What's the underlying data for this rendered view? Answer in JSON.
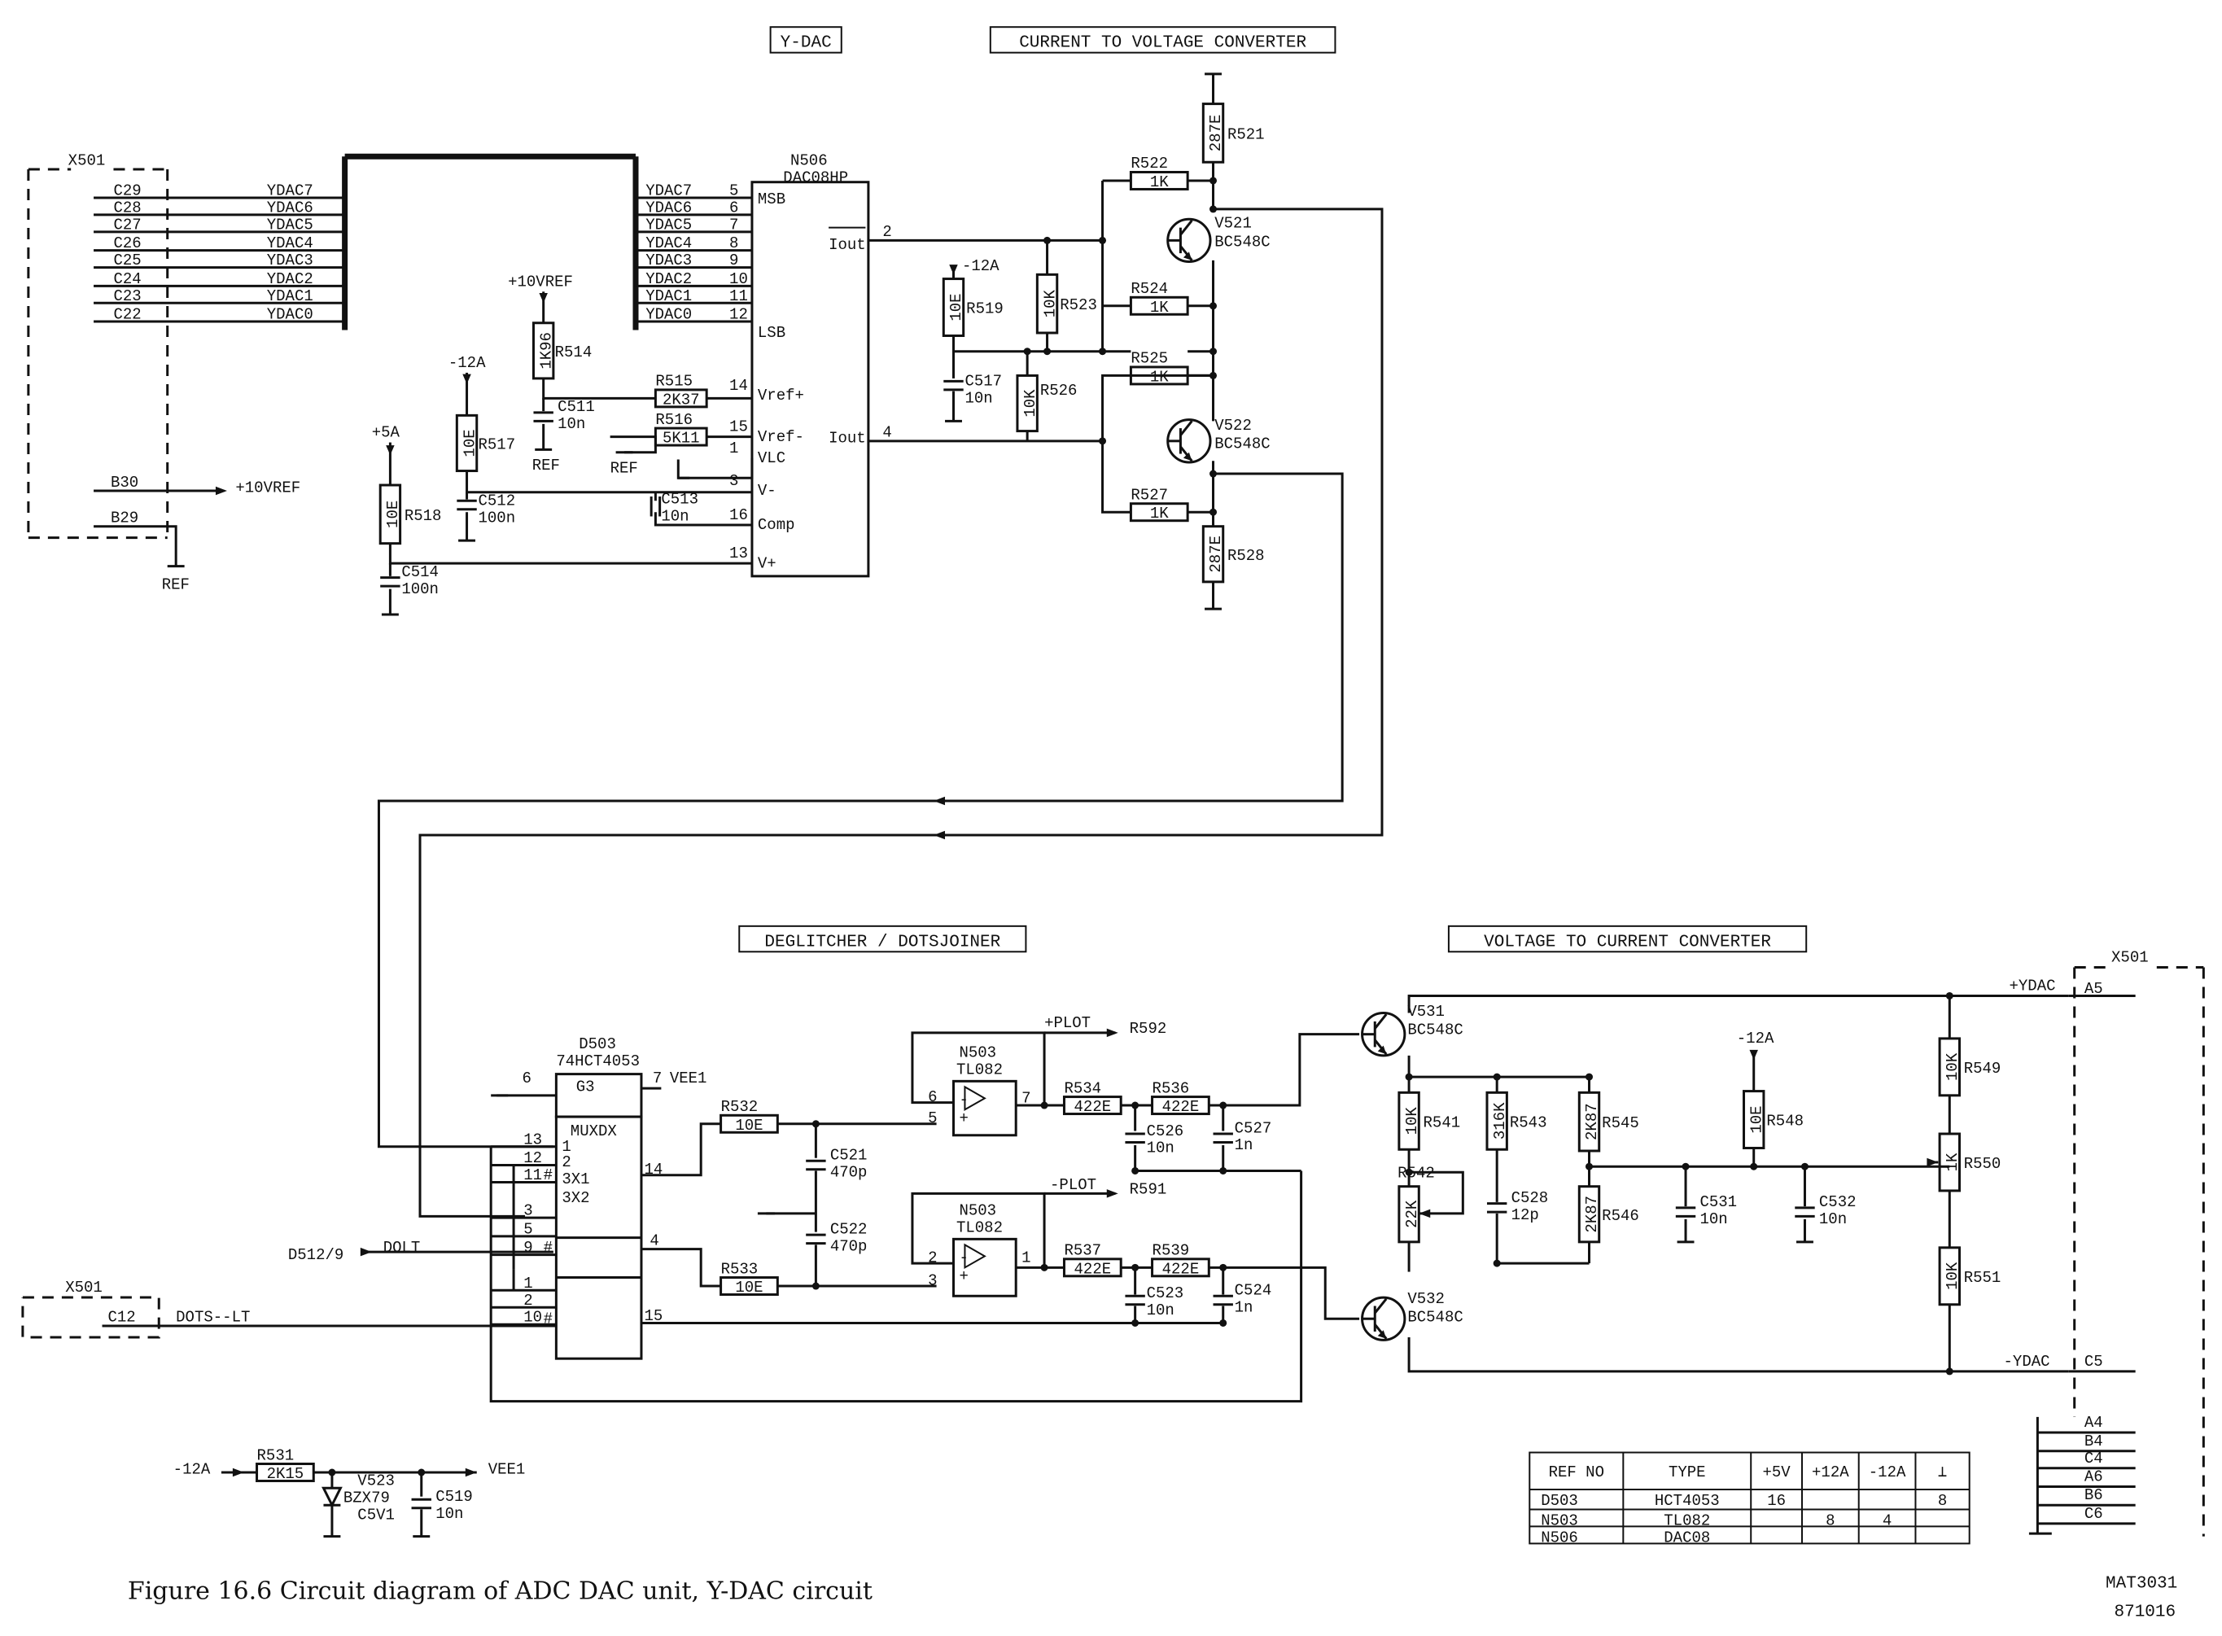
{
  "sections": {
    "ydac": "Y-DAC",
    "iv": "CURRENT TO VOLTAGE CONVERTER",
    "deglitch": "DEGLITCHER / DOTSJOINER",
    "vi": "VOLTAGE TO CURRENT CONVERTER"
  },
  "connectors": {
    "x501_top": {
      "name": "X501",
      "pins": [
        "C29",
        "C28",
        "C27",
        "C26",
        "C25",
        "C24",
        "C23",
        "C22"
      ],
      "pin_b30": "B30",
      "pin_b29": "B29"
    },
    "x501_mid": {
      "name": "X501",
      "pin": "C12"
    },
    "x501_right": {
      "name": "X501",
      "pin_a5": "A5",
      "pin_c5": "C5",
      "bottom_pins": [
        "A4",
        "B4",
        "C4",
        "A6",
        "B6",
        "C6"
      ]
    }
  },
  "signals": {
    "ydac_lines": [
      "YDAC7",
      "YDAC6",
      "YDAC5",
      "YDAC4",
      "YDAC3",
      "YDAC2",
      "YDAC1",
      "YDAC0"
    ],
    "vref_out": "+10VREF",
    "ref": "REF",
    "dolt_src": "D512/9",
    "dolt": "DOLT",
    "dots_lt": "DOTS--LT",
    "plus_ydac": "+YDAC",
    "minus_ydac": "-YDAC",
    "vee1": "VEE1",
    "plus_plot": "+PLOT",
    "minus_plot": "-PLOT",
    "r592": "R592",
    "r591": "R591"
  },
  "rails": {
    "plus10vref": "+10VREF",
    "minus12a": "-12A",
    "plus5a": "+5A"
  },
  "ic_dac": {
    "ref": "N506",
    "type": "DAC08HP",
    "msb": "MSB",
    "lsb": "LSB",
    "data_pins": [
      "5",
      "6",
      "7",
      "8",
      "9",
      "10",
      "11",
      "12"
    ],
    "iout_bar": "Iout",
    "iout": "Iout",
    "pin_iout_bar": "2",
    "pin_iout": "4",
    "left_pins": [
      {
        "num": "14",
        "name": "Vref+"
      },
      {
        "num": "15",
        "name": "Vref-"
      },
      {
        "num": "1",
        "name": "VLC"
      },
      {
        "num": "3",
        "name": "V-"
      },
      {
        "num": "16",
        "name": "Comp"
      },
      {
        "num": "13",
        "name": "V+"
      }
    ]
  },
  "ic_mux": {
    "ref": "D503",
    "type": "74HCT4053",
    "gate": "G3",
    "body": "MUXDX",
    "pin6": "6",
    "pin7": "7",
    "pin7_label": "VEE1",
    "pins_left": [
      "13",
      "12",
      "11",
      "3",
      "5",
      "9",
      "1",
      "2",
      "10"
    ],
    "labels_left": [
      "1",
      "2",
      "3X1",
      "3X2"
    ],
    "pins_right": [
      "14",
      "4",
      "15"
    ],
    "hash": "#"
  },
  "opamps": [
    {
      "ref": "N503",
      "type": "TL082",
      "pin_minus": "6",
      "pin_plus": "5",
      "pin_out": "7"
    },
    {
      "ref": "N503",
      "type": "TL082",
      "pin_minus": "2",
      "pin_plus": "3",
      "pin_out": "1"
    }
  ],
  "transistors": [
    {
      "ref": "V521",
      "type": "BC548C"
    },
    {
      "ref": "V522",
      "type": "BC548C"
    },
    {
      "ref": "V531",
      "type": "BC548C"
    },
    {
      "ref": "V532",
      "type": "BC548C"
    }
  ],
  "resistors": [
    {
      "ref": "R514",
      "value": "1K96"
    },
    {
      "ref": "R515",
      "value": "2K37"
    },
    {
      "ref": "R516",
      "value": "5K11"
    },
    {
      "ref": "R517",
      "value": "10E"
    },
    {
      "ref": "R518",
      "value": "10E"
    },
    {
      "ref": "R519",
      "value": "10E"
    },
    {
      "ref": "R521",
      "value": "287E"
    },
    {
      "ref": "R522",
      "value": "1K"
    },
    {
      "ref": "R523",
      "value": "10K"
    },
    {
      "ref": "R524",
      "value": "1K"
    },
    {
      "ref": "R525",
      "value": "1K"
    },
    {
      "ref": "R526",
      "value": "10K"
    },
    {
      "ref": "R527",
      "value": "1K"
    },
    {
      "ref": "R528",
      "value": "287E"
    },
    {
      "ref": "R531",
      "value": "2K15"
    },
    {
      "ref": "R532",
      "value": "10E"
    },
    {
      "ref": "R533",
      "value": "10E"
    },
    {
      "ref": "R534",
      "value": "422E"
    },
    {
      "ref": "R536",
      "value": "422E"
    },
    {
      "ref": "R537",
      "value": "422E"
    },
    {
      "ref": "R539",
      "value": "422E"
    },
    {
      "ref": "R541",
      "value": "10K"
    },
    {
      "ref": "R542",
      "value": "22K"
    },
    {
      "ref": "R543",
      "value": "316K"
    },
    {
      "ref": "R545",
      "value": "2K87"
    },
    {
      "ref": "R546",
      "value": "2K87"
    },
    {
      "ref": "R548",
      "value": "10E"
    },
    {
      "ref": "R549",
      "value": "10K"
    },
    {
      "ref": "R550",
      "value": "1K"
    },
    {
      "ref": "R551",
      "value": "10K"
    }
  ],
  "capacitors": [
    {
      "ref": "C511",
      "value": "10n"
    },
    {
      "ref": "C512",
      "value": "100n"
    },
    {
      "ref": "C513",
      "value": "10n"
    },
    {
      "ref": "C514",
      "value": "100n"
    },
    {
      "ref": "C517",
      "value": "10n"
    },
    {
      "ref": "C519",
      "value": "10n"
    },
    {
      "ref": "C521",
      "value": "470p"
    },
    {
      "ref": "C522",
      "value": "470p"
    },
    {
      "ref": "C523",
      "value": "10n"
    },
    {
      "ref": "C524",
      "value": "1n"
    },
    {
      "ref": "C526",
      "value": "10n"
    },
    {
      "ref": "C527",
      "value": "1n"
    },
    {
      "ref": "C528",
      "value": "12p"
    },
    {
      "ref": "C531",
      "value": "10n"
    },
    {
      "ref": "C532",
      "value": "10n"
    }
  ],
  "zener": {
    "ref": "V523",
    "type": "BZX79",
    "value": "C5V1"
  },
  "supply_table": {
    "headers": [
      "REF NO",
      "TYPE",
      "+5V",
      "+12A",
      "-12A",
      "⊥"
    ],
    "rows": [
      [
        "D503",
        "HCT4053",
        "16",
        "",
        "",
        "8"
      ],
      [
        "N503",
        "TL082",
        "",
        "8",
        "4",
        ""
      ],
      [
        "N506",
        "DAC08",
        "",
        "",
        "",
        ""
      ]
    ]
  },
  "caption": "Figure 16.6 Circuit diagram of ADC DAC unit, Y-DAC circuit",
  "drawing_no": "MAT3031",
  "drawing_date": "871016"
}
